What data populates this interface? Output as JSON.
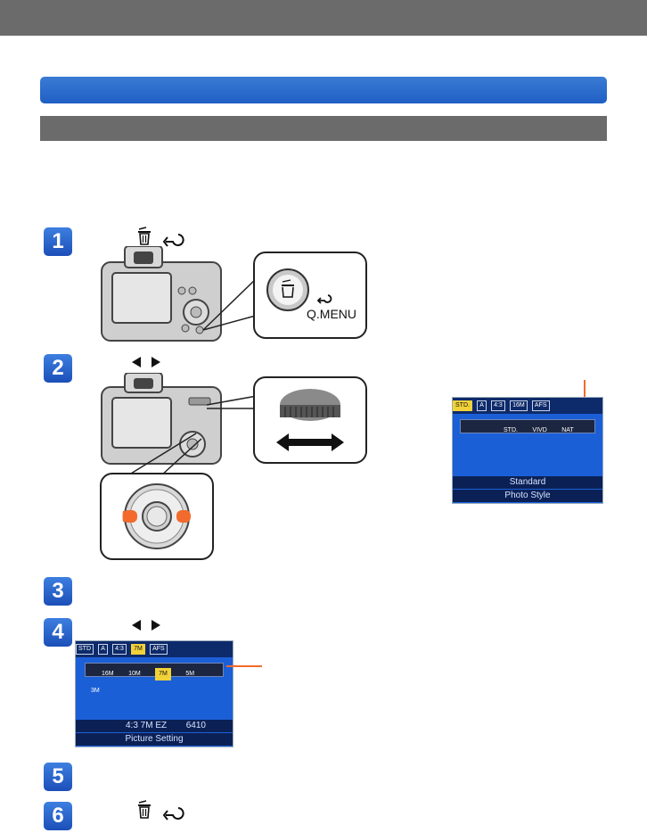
{
  "icons": {
    "delete_back": [
      "trash-icon",
      "return-icon"
    ],
    "left_right": [
      "left-triangle-icon",
      "right-triangle-icon"
    ]
  },
  "steps": [
    {
      "number": "1"
    },
    {
      "number": "2"
    },
    {
      "number": "3"
    },
    {
      "number": "4"
    },
    {
      "number": "5"
    },
    {
      "number": "6"
    }
  ],
  "callout1": {
    "button_label": "Q.MENU"
  },
  "screen_photo_style": {
    "top_icons": [
      "STD.",
      "A",
      "4:3",
      "16M",
      "AFS"
    ],
    "strip": [
      "STD.",
      "VIVD",
      "NAT"
    ],
    "value_label": "Standard",
    "title_label": "Photo Style"
  },
  "screen_picture_setting": {
    "top_icons": [
      "STD",
      "A",
      "4:3",
      "7M",
      "AFS"
    ],
    "sizes": [
      "16M",
      "10M",
      "7M",
      "5M",
      "3M"
    ],
    "selected": "7M",
    "info_left": "4:3 7M EZ",
    "info_right": "6410",
    "title_label": "Picture Setting"
  },
  "colors": {
    "accent_blue": "#1f5fc4",
    "gray_bar": "#6b6b6b",
    "highlight": "#f36b2c"
  }
}
